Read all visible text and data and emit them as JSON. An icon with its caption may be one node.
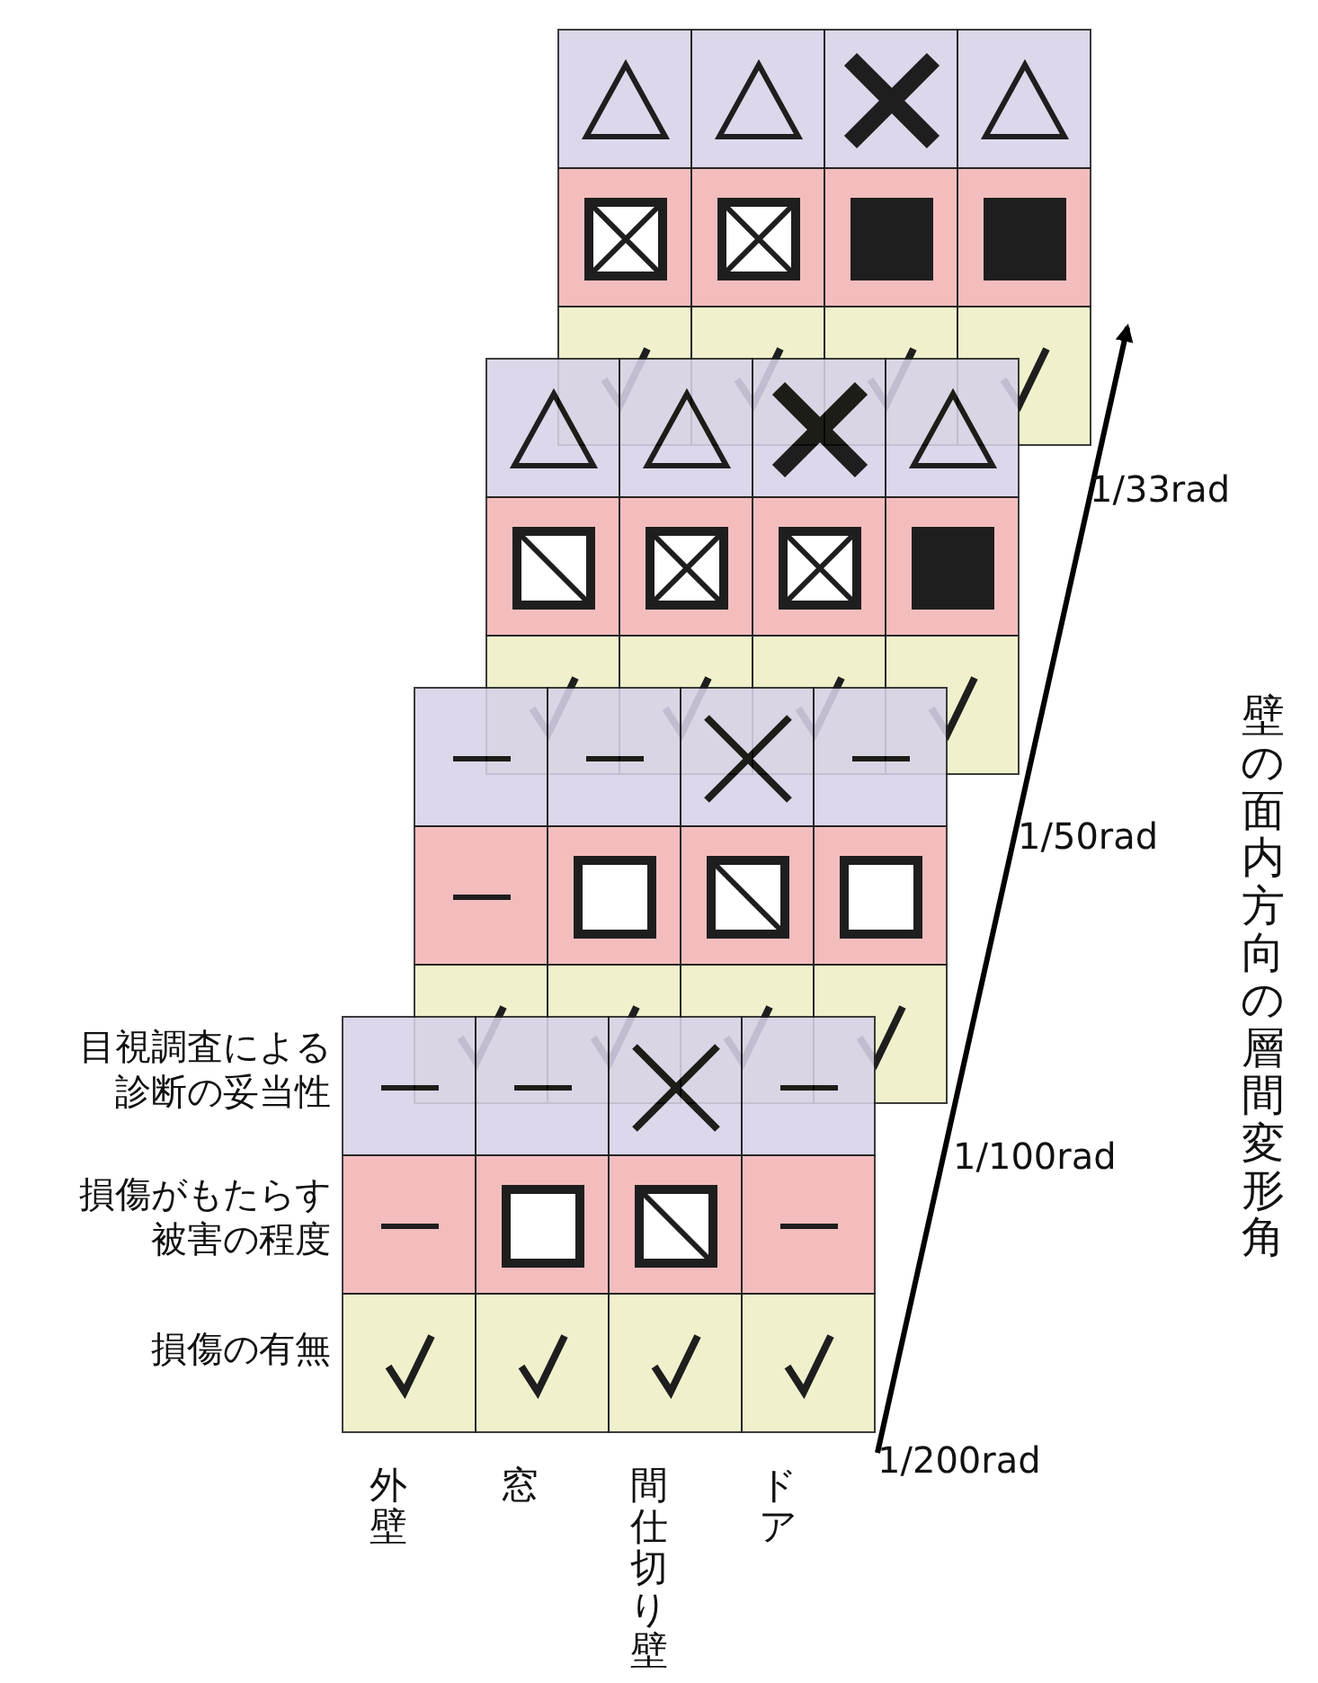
{
  "diagram": {
    "labels": [
      "1/33rad",
      "壁の面内方向の層間変形角",
      "1/50rad",
      "目視調査による診断の妥当性",
      "1/100rad",
      "損傷がもたらす被害の程度",
      "損傷の有無",
      "1/200rad",
      "外壁",
      "窓",
      "間仕切り壁",
      "ドア"
    ]
  }
}
